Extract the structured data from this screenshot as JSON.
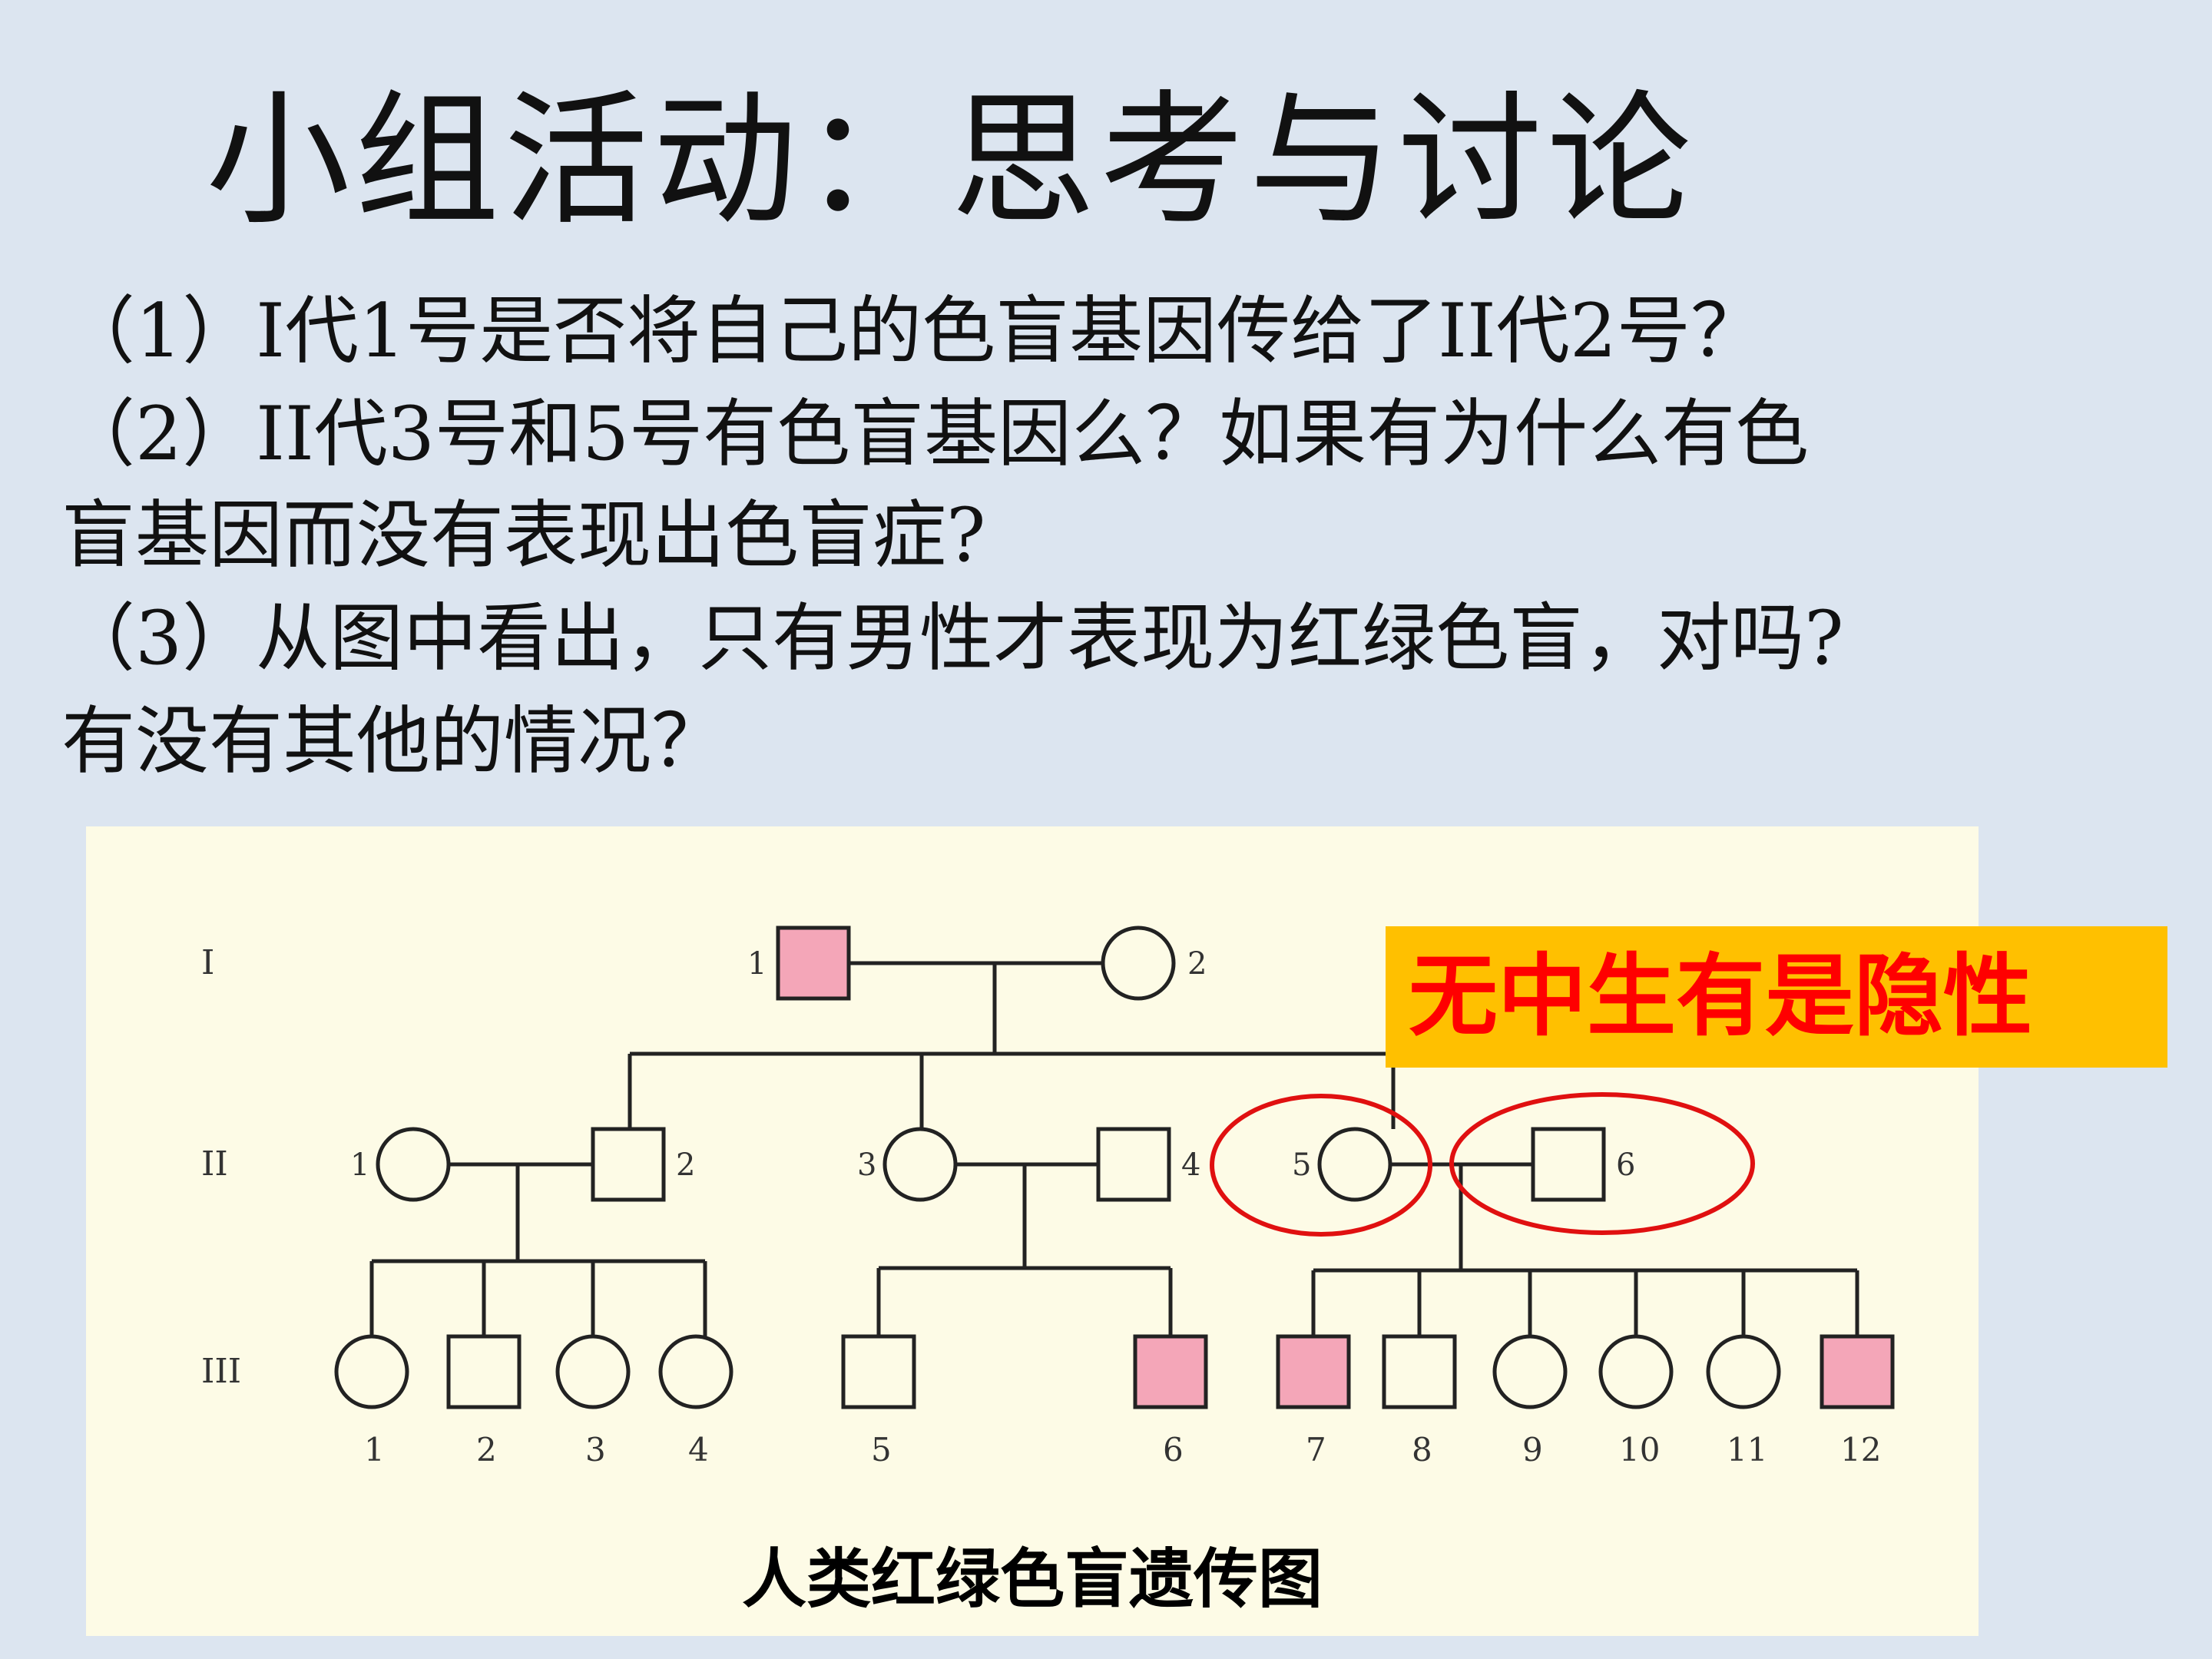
{
  "slide": {
    "title": "小组活动：思考与讨论",
    "questions": {
      "q1": "（1）I代1号是否将自己的色盲基因传给了II代2号？",
      "q2_line1": "（2）II代3号和5号有色盲基因么？如果有为什么有色",
      "q2_line2": "盲基因而没有表现出色盲症?",
      "q3_line1": "（3）从图中看出，只有男性才表现为红绿色盲，对吗?",
      "q3_line2": "有没有其他的情况？"
    }
  },
  "pedigree": {
    "generation_labels": [
      "I",
      "II",
      "III"
    ],
    "caption": "人类红绿色盲遗传图",
    "callout": "无中生有是隐性",
    "colors": {
      "affected_fill": "#f4a6b8",
      "highlight_circle": "#e01010",
      "callout_bg": "#ffc000",
      "callout_text": "#ff0000"
    },
    "gen1": [
      {
        "id": "1",
        "sex": "male",
        "affected": true
      },
      {
        "id": "2",
        "sex": "female",
        "affected": false
      }
    ],
    "gen2": [
      {
        "id": "1",
        "sex": "female",
        "affected": false
      },
      {
        "id": "2",
        "sex": "male",
        "affected": false
      },
      {
        "id": "3",
        "sex": "female",
        "affected": false
      },
      {
        "id": "4",
        "sex": "male",
        "affected": false
      },
      {
        "id": "5",
        "sex": "female",
        "affected": false,
        "highlighted": true
      },
      {
        "id": "6",
        "sex": "male",
        "affected": false,
        "highlighted": true
      }
    ],
    "gen3": [
      {
        "id": "1",
        "sex": "female",
        "affected": false
      },
      {
        "id": "2",
        "sex": "male",
        "affected": false
      },
      {
        "id": "3",
        "sex": "female",
        "affected": false
      },
      {
        "id": "4",
        "sex": "female",
        "affected": false
      },
      {
        "id": "5",
        "sex": "male",
        "affected": false
      },
      {
        "id": "6",
        "sex": "male",
        "affected": true
      },
      {
        "id": "7",
        "sex": "male",
        "affected": true
      },
      {
        "id": "8",
        "sex": "male",
        "affected": false
      },
      {
        "id": "9",
        "sex": "female",
        "affected": false
      },
      {
        "id": "10",
        "sex": "female",
        "affected": false
      },
      {
        "id": "11",
        "sex": "female",
        "affected": false
      },
      {
        "id": "12",
        "sex": "male",
        "affected": true
      }
    ]
  }
}
